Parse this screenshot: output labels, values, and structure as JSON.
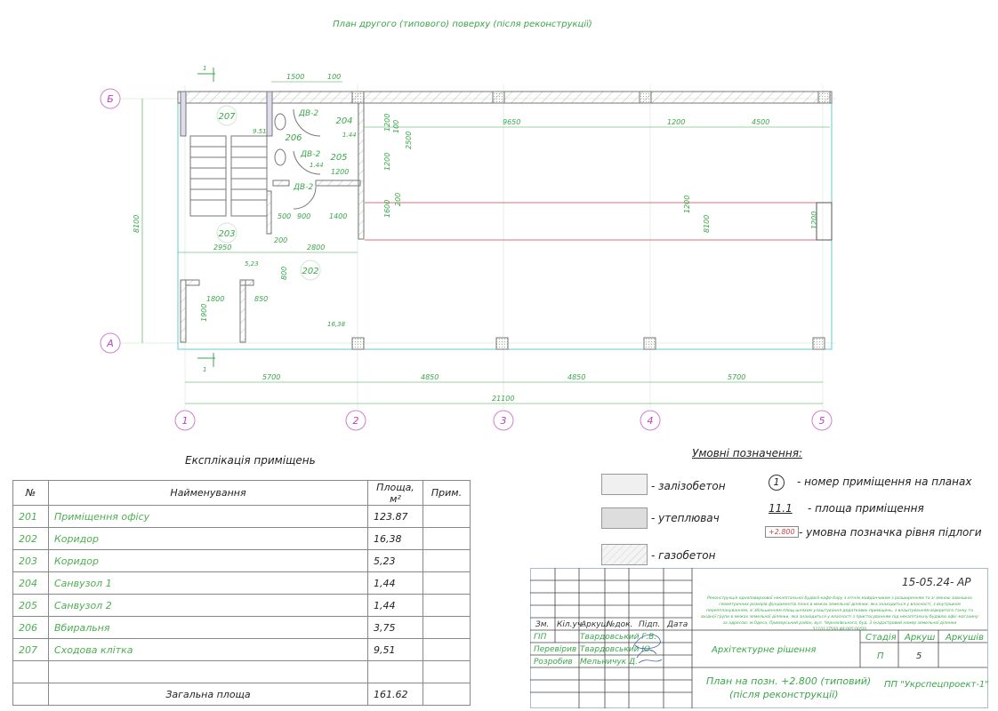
{
  "plan": {
    "title": "План другого (типового) поверху (після реконструкції)",
    "axes_rows": [
      "Б",
      "А"
    ],
    "axes_cols": [
      "1",
      "2",
      "3",
      "4",
      "5"
    ],
    "section_mark": "1",
    "rooms": [
      {
        "number": "207",
        "area": "9.51"
      },
      {
        "number": "206",
        "area": ""
      },
      {
        "number": "204",
        "area": "1.44"
      },
      {
        "number": "205",
        "area": "1.44"
      },
      {
        "number": "203",
        "area": "5,23"
      },
      {
        "number": "202",
        "area": "16,38"
      }
    ],
    "doors": [
      "ДВ-2",
      "ДВ-2",
      "ДВ-2"
    ],
    "dims_top": [
      "1500",
      "100",
      "9650",
      "1200",
      "4500"
    ],
    "dims_vertical": [
      "1200",
      "100",
      "2500",
      "1200",
      "1600",
      "200",
      "1200",
      "8100",
      "1200",
      "800",
      "1900"
    ],
    "dims_inner": [
      "500",
      "900",
      "1400",
      "1200",
      "200",
      "2950",
      "2800",
      "1800",
      "850"
    ],
    "overall_height": "8100",
    "dims_bottom": [
      "5700",
      "4850",
      "4850",
      "5700"
    ],
    "overall_length": "21100"
  },
  "explication": {
    "title": "Експлікація приміщень",
    "headers": [
      "№",
      "Найменування",
      "Площа, м²",
      "Прим."
    ],
    "rows": [
      [
        "201",
        "Приміщення офісу",
        "123.87",
        ""
      ],
      [
        "202",
        "Коридор",
        "16,38",
        ""
      ],
      [
        "203",
        "Коридор",
        "5,23",
        ""
      ],
      [
        "204",
        "Санвузол 1",
        "1,44",
        ""
      ],
      [
        "205",
        "Санвузол 2",
        "1,44",
        ""
      ],
      [
        "206",
        "Вбиральня",
        "3,75",
        ""
      ],
      [
        "207",
        "Сходова клітка",
        "9,51",
        ""
      ]
    ],
    "total_label": "Загальна площа",
    "total_value": "161.62"
  },
  "legend": {
    "title": "Умовні позначення:",
    "items": [
      "- залізобетон",
      "- утеплювач",
      "- газобетон"
    ],
    "symbols": [
      {
        "sym": "1",
        "text": "- номер приміщення на планах"
      },
      {
        "sym": "11.1",
        "text": "- площа приміщення"
      },
      {
        "sym": "+2.800",
        "text": "- умовна позначка рівня підлоги"
      }
    ]
  },
  "stamp": {
    "doc_code": "15-05.24- АР",
    "description": "Реконструкція одноповерхової некапітальної будівлі-кафе-бару з літнім майданчиком з розширенням та зі зміною зовнішніх геометричних розмірів фундаментів плані в межах земельної ділянки, яка знаходиться у власності, з внутрішнім перепплануванням, зі збільшенням площ шляхом улаштування додаткових приміщень, з влаштуванням відкритого ґанку та вхідної групи в межах земельної ділянки, яка знаходиться у власності з пристосуванням під некапітальну будівлю офіс-магазину за адресою: м.Одеса, Приморський район, вул. Черняхівського, буд. 3 (кадастровий номер земельної ділянки 5110137500:48:005:0050)",
    "col_headers": [
      "Зм.",
      "Кіл.уч.",
      "Аркуш",
      "№док.",
      "Підп.",
      "Дата"
    ],
    "people": [
      {
        "role": "ГІП",
        "name": "Твардовський Г.В."
      },
      {
        "role": "Перевірив",
        "name": "Твардовський Ю."
      },
      {
        "role": "Розробив",
        "name": "Мельничук Д."
      }
    ],
    "section": "Архітектурне рішення",
    "stage_label": "Стадія",
    "sheet_label": "Аркуш",
    "sheets_label": "Аркушів",
    "stage": "П",
    "sheet": "5",
    "sheets": "",
    "drawing_title_1": "План на позн. +2.800 (типовий)",
    "drawing_title_2": "(після реконструкції)",
    "company": "ПП \"Укрспецпроект-1\"",
    "colors": {
      "lines": "#3aa64a",
      "axis": "#c040c0",
      "accent_red": "#d0404a"
    }
  }
}
